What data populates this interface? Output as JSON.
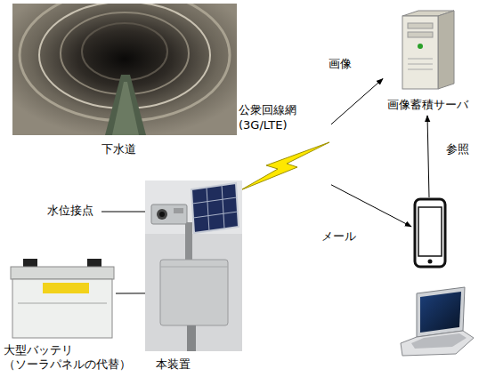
{
  "diagram": {
    "nodes": [
      {
        "text": [
          "下水道"
        ]
      },
      {
        "text": [
          "公衆回線網 (3G/LTE)"
        ]
      },
      {
        "text": [
          "本装置"
        ]
      },
      {
        "text": [
          "大型バッテリ （ソーラパネルの代替）"
        ]
      },
      {
        "text": [
          "画像蓄積サーバ"
        ]
      },
      {
        "text": []
      }
    ],
    "edges": [
      {
        "from": 1,
        "to": 4,
        "label": "画像",
        "arrow": "to"
      },
      {
        "from": 1,
        "to": 5,
        "label": "メール",
        "arrow": "to"
      },
      {
        "from": 5,
        "to": 4,
        "label": "参照",
        "arrow": "to"
      },
      {
        "from": 3,
        "to": 2,
        "arrow": "none"
      }
    ],
    "labels": [
      "水位接点"
    ]
  }
}
